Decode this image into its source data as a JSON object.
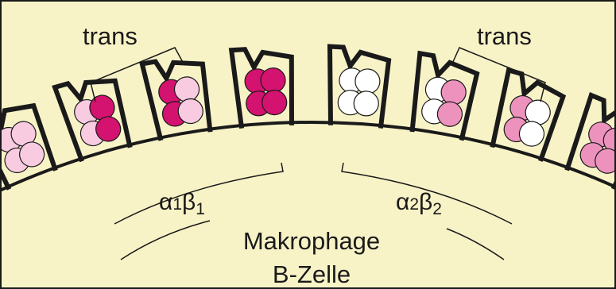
{
  "labels": {
    "trans_left": "trans",
    "trans_right": "trans",
    "alpha1_base": "α",
    "alpha1_sub": "1",
    "beta1_base": "β",
    "beta1_sub": "1",
    "alpha2_base": "α",
    "alpha2_sub": "2",
    "beta2_base": "β",
    "beta2_sub": "2",
    "cell_type_1": "Makrophage",
    "cell_type_2": "B-Zelle"
  },
  "colors": {
    "background": "#f8f3c7",
    "outline": "#1a1a1a",
    "magenta_dark": "#d4126f",
    "pink_light": "#f8cbe1",
    "pink_medium": "#ec92bd",
    "white": "#ffffff"
  },
  "molecules": [
    {
      "name": "mhc-molecule-1",
      "left_color": "#f8cbe1",
      "right_color": "#f8cbe1"
    },
    {
      "name": "mhc-molecule-2",
      "left_color": "#f8cbe1",
      "right_color": "#d4126f"
    },
    {
      "name": "mhc-molecule-3",
      "left_color": "#d4126f",
      "right_color": "#f8cbe1"
    },
    {
      "name": "mhc-molecule-4",
      "left_color": "#d4126f",
      "right_color": "#d4126f"
    },
    {
      "name": "mhc-molecule-5",
      "left_color": "#ffffff",
      "right_color": "#ffffff"
    },
    {
      "name": "mhc-molecule-6",
      "left_color": "#ffffff",
      "right_color": "#ec92bd"
    },
    {
      "name": "mhc-molecule-7",
      "left_color": "#ec92bd",
      "right_color": "#ffffff"
    },
    {
      "name": "mhc-molecule-8",
      "left_color": "#ec92bd",
      "right_color": "#ec92bd"
    }
  ]
}
